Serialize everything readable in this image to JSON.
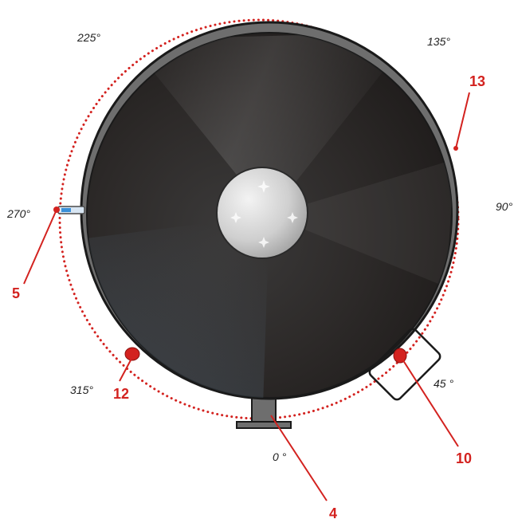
{
  "angles": {
    "a225": "225°",
    "a135": "135°",
    "a270": "270°",
    "a90": "90°",
    "a315": "315°",
    "a45": "45 °",
    "a0": "0 °"
  },
  "callouts": {
    "c13": "13",
    "c5": "5",
    "c12": "12",
    "c10": "10",
    "c4": "4"
  },
  "colors": {
    "accent": "#d3221f",
    "rim": "#6e6e6e",
    "disc": "#2b2726",
    "hub": "#c9c9c9",
    "outline": "#1a1a1a",
    "probe": "#3a8fd8"
  }
}
